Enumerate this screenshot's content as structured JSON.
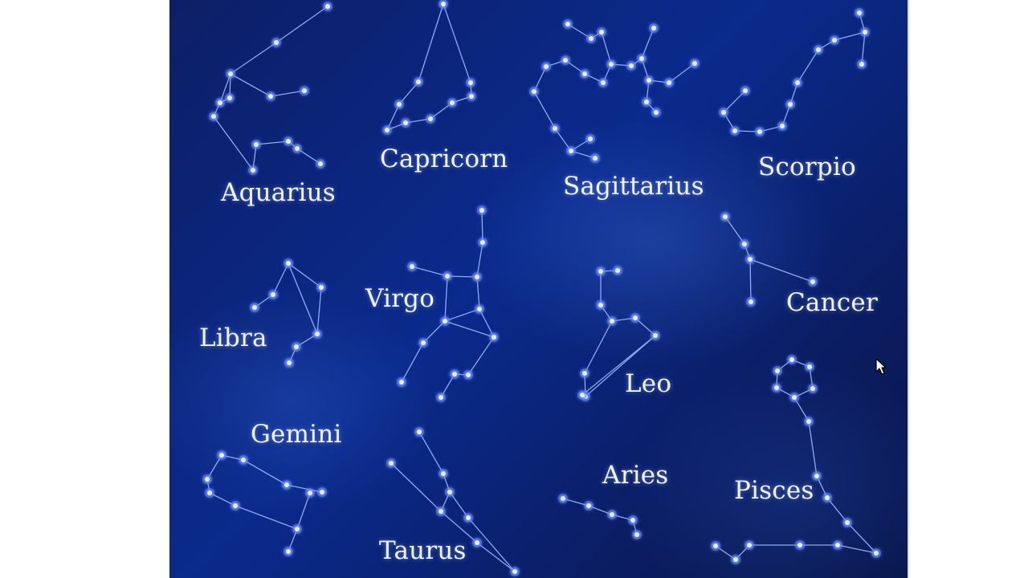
{
  "constellations": {
    "aquarius": "Aquarius",
    "capricorn": "Capricorn",
    "sagittarius": "Sagittarius",
    "scorpio": "Scorpio",
    "libra": "Libra",
    "virgo": "Virgo",
    "leo": "Leo",
    "cancer": "Cancer",
    "gemini": "Gemini",
    "taurus": "Taurus",
    "aries": "Aries",
    "pisces": "Pisces"
  },
  "colors": {
    "sky_dark": "#0b1c5e",
    "sky_mid": "#0a2a8c",
    "star_line": "#9fb8ff",
    "star_glow": "#4d7bff",
    "label": "#f2f4ff"
  },
  "icons": {
    "cursor": "arrow-pointer-icon"
  }
}
